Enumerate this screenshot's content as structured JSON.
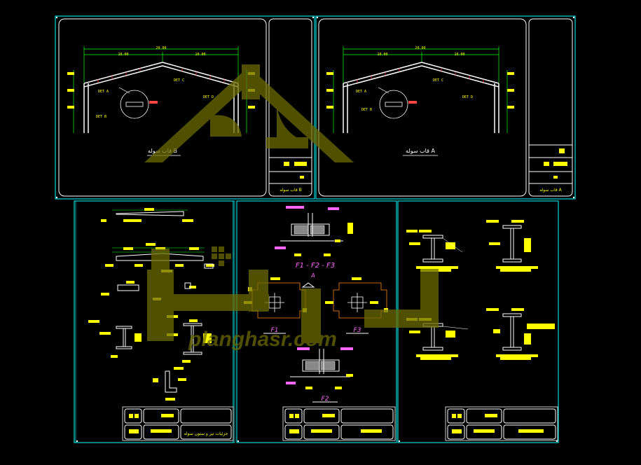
{
  "sheets": {
    "top_left": {
      "caption": "قاب سوله B",
      "title_block_label": "قاب سوله B"
    },
    "top_right": {
      "caption": "قاب سوله A",
      "title_block_label": "قاب سوله A"
    },
    "bottom_left": {
      "title_block_label": "جزئیات تیر و ستون سوله"
    },
    "bottom_middle": {
      "section_label": "F1 - F2 - F3",
      "section_sub": "A",
      "footing_1": "F1",
      "footing_3": "F3",
      "footing_2": "F2"
    },
    "bottom_right": {}
  },
  "frame": {
    "total_span": "20.00",
    "half_span_left": "10.00",
    "half_span_right": "10.00",
    "det_labels": [
      "DET A",
      "DET B",
      "DET C",
      "DET D"
    ]
  },
  "watermark": {
    "text": "planghasr.com"
  },
  "colors": {
    "cad_yellow": "#ffff00",
    "cad_cyan": "#00ffff",
    "cad_white": "#ffffff",
    "cad_magenta": "#ff66ff",
    "watermark": "#6b6b00"
  }
}
